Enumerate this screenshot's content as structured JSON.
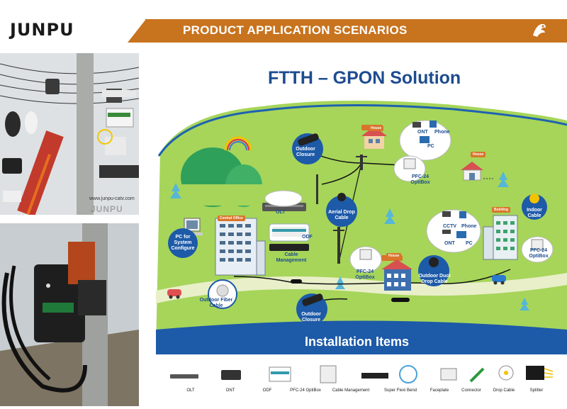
{
  "header": {
    "logo": "JUNPU",
    "title": "PRODUCT APPLICATION SCENARIOS"
  },
  "photo": {
    "url": "www.junpu-catv.com",
    "watermark": "JUNPU"
  },
  "diagram": {
    "title": "FTTH – GPON Solution",
    "labels": {
      "outdoor_closure_top": "Outdoor\nClosure",
      "house_top": "House",
      "ont_top": "ONT",
      "phone_top": "Phone",
      "pc_top": "PC",
      "pfc_top": "PFC-24\nOptiBox",
      "house_right": "House",
      "aerial_drop": "Aerial Drop\nCable",
      "building": "Building",
      "indoor_cable": "Indoor\nCable",
      "olt": "OLT",
      "central_office": "Central Office",
      "odf": "ODF",
      "cable_mgmt": "Cable\nManagement",
      "pc_config": "PC for\nSystem\nConfigure",
      "cctv": "CCTV",
      "phone_right": "Phone",
      "ont_right": "ONT",
      "pc_right": "PC",
      "pfc_right": "PFC-24\nOptiBox",
      "house_mid": "House",
      "pfc_mid": "PFC-24\nOptiBox",
      "outdoor_duct": "Outdoor Duct\nDrop Cable",
      "outdoor_fiber": "Outdoor Fiber\nCable",
      "outdoor_closure_bottom": "Outdoor\nClosure"
    },
    "install_title": "Installation Items",
    "install_items": [
      "OLT",
      "ONT",
      "ODF",
      "PFC-24 OptiBox",
      "Cable Management",
      "Super Flexi Bend",
      "Faceplate",
      "Connector",
      "Drop Cable",
      "Splitter"
    ]
  },
  "colors": {
    "accent": "#c8731e",
    "title_blue": "#1d4c8f",
    "grass": "#8cc63f",
    "badge_blue": "#1d5aa8"
  }
}
